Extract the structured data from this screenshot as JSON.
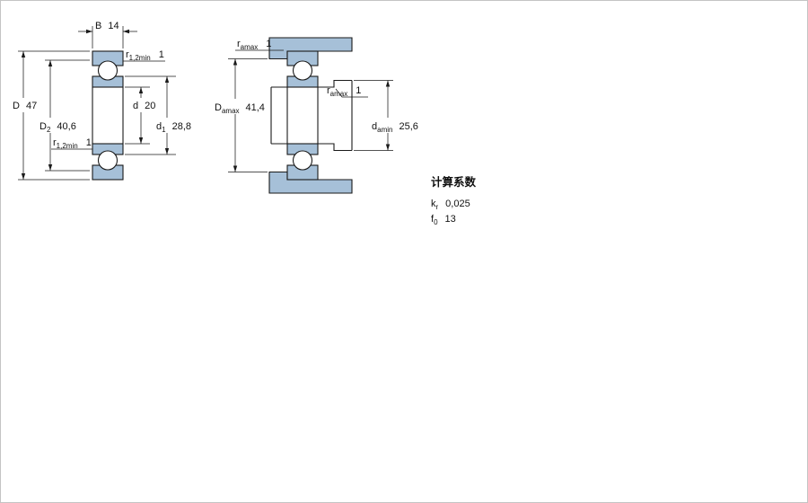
{
  "drawing": {
    "type": "bearing-cross-section-technical-drawing",
    "section_fill_color": "#a6c0d8",
    "line_color": "#1a1a1a",
    "background_color": "#ffffff"
  },
  "labels": {
    "b": {
      "main": "B",
      "sub": "",
      "value": "14"
    },
    "r12_top": {
      "main": "r",
      "sub": "1,2min",
      "value": "1"
    },
    "d_outer": {
      "main": "D",
      "sub": "",
      "value": "47"
    },
    "d2": {
      "main": "D",
      "sub": "2",
      "value": "40,6"
    },
    "d_bore": {
      "main": "d",
      "sub": "",
      "value": "20"
    },
    "d1": {
      "main": "d",
      "sub": "1",
      "value": "28,8"
    },
    "r12_bottom": {
      "main": "r",
      "sub": "1,2min",
      "value": "1"
    },
    "ramax_top": {
      "main": "r",
      "sub": "amax",
      "value": "1"
    },
    "damax": {
      "main": "D",
      "sub": "amax",
      "value": "41,4"
    },
    "ramax_side": {
      "main": "r",
      "sub": "amax",
      "value": "1"
    },
    "damin": {
      "main": "d",
      "sub": "amin",
      "value": "25,6"
    }
  },
  "calculation_factors": {
    "title": "计算系数",
    "kr": {
      "main": "k",
      "sub": "r",
      "value": "0,025"
    },
    "f0": {
      "main": "f",
      "sub": "0",
      "value": "13"
    }
  }
}
